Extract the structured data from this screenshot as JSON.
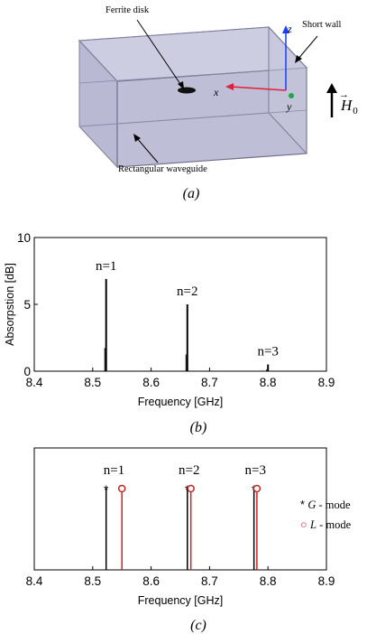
{
  "panel_a": {
    "labels": {
      "ferrite_disk": "Ferrite disk",
      "short_wall": "Short wall",
      "waveguide": "Rectangular waveguide",
      "axis_z": "z",
      "axis_x": "x",
      "axis_y": "y",
      "field_H": "H",
      "field_sub": "0",
      "field_arrow": "→"
    },
    "caption": "(a)"
  },
  "panel_b": {
    "caption": "(b)",
    "chart_data": {
      "type": "line",
      "title": "",
      "xlabel": "Frequency [GHz]",
      "ylabel": "Absorpstion [dB]",
      "xlim": [
        8.4,
        8.9
      ],
      "ylim": [
        0,
        10
      ],
      "x_ticks": [
        "8.4",
        "8.5",
        "8.6",
        "8.7",
        "8.8",
        "8.9"
      ],
      "y_ticks": [
        "0",
        "5",
        "10"
      ],
      "peaks": [
        {
          "label": "n=1",
          "x": 8.523,
          "y": 6.9
        },
        {
          "label": "n=2",
          "x": 8.662,
          "y": 5.0
        },
        {
          "label": "n=3",
          "x": 8.8,
          "y": 0.5
        }
      ],
      "color": "#000000"
    }
  },
  "panel_c": {
    "caption": "(c)",
    "chart_data": {
      "type": "scatter",
      "title": "",
      "xlabel": "Frequency [GHz]",
      "ylabel": "",
      "xlim": [
        8.4,
        8.9
      ],
      "x_ticks": [
        "8.4",
        "8.5",
        "8.6",
        "8.7",
        "8.8",
        "8.9"
      ],
      "group_labels": [
        "n=1",
        "n=2",
        "n=3"
      ],
      "series": [
        {
          "marker": "star",
          "color": "#000000",
          "legend_symbol": "*",
          "legend_italic": "G",
          "legend_rest": " - mode",
          "x": [
            8.523,
            8.662,
            8.776
          ]
        },
        {
          "marker": "circle",
          "color": "#cc2222",
          "legend_symbol": "○",
          "legend_italic": "L",
          "legend_rest": " - mode",
          "x": [
            8.55,
            8.668,
            8.781
          ]
        }
      ]
    }
  }
}
